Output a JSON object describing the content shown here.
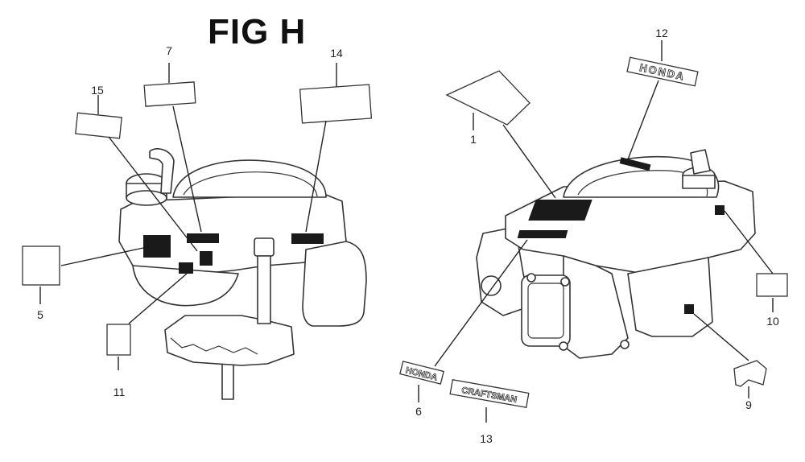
{
  "title": "FIG H",
  "callouts": [
    {
      "id": "c1",
      "label": "1"
    },
    {
      "id": "c5",
      "label": "5"
    },
    {
      "id": "c6",
      "label": "6"
    },
    {
      "id": "c7",
      "label": "7"
    },
    {
      "id": "c9",
      "label": "9"
    },
    {
      "id": "c10",
      "label": "10"
    },
    {
      "id": "c11",
      "label": "11"
    },
    {
      "id": "c12",
      "label": "12"
    },
    {
      "id": "c13",
      "label": "13"
    },
    {
      "id": "c14",
      "label": "14"
    },
    {
      "id": "c15",
      "label": "15"
    }
  ],
  "emblem_text": {
    "e12": "HONDA",
    "e6": "HONDA",
    "e13": "CRAFTSMAN"
  }
}
